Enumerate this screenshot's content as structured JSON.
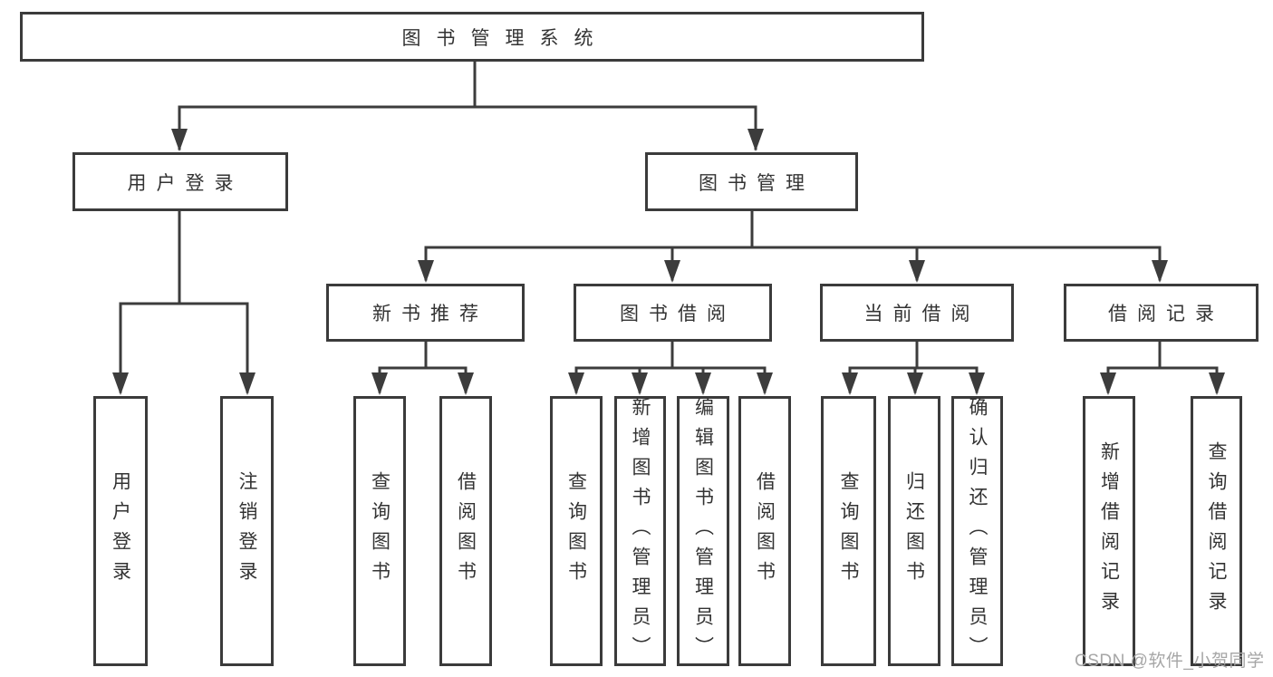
{
  "colors": {
    "line": "#3c3c3c",
    "box_border": "#3b3b3b",
    "text": "#333333",
    "background": "#ffffff",
    "watermark": "#a6a6a6"
  },
  "diagram": {
    "root": "图书管理系统",
    "branches": [
      {
        "label": "用户登录",
        "children": [
          "用户登录",
          "注销登录"
        ]
      },
      {
        "label": "图书管理",
        "groups": [
          {
            "label": "新书推荐",
            "children": [
              "查询图书",
              "借阅图书"
            ]
          },
          {
            "label": "图书借阅",
            "children": [
              "查询图书",
              "新增图书（管理员）",
              "编辑图书（管理员）",
              "借阅图书"
            ]
          },
          {
            "label": "当前借阅",
            "children": [
              "查询图书",
              "归还图书",
              "确认归还（管理员）"
            ]
          },
          {
            "label": "借阅记录",
            "children": [
              "新增借阅记录",
              "查询借阅记录"
            ]
          }
        ]
      }
    ]
  },
  "watermark": "CSDN @软件_小贺同学"
}
